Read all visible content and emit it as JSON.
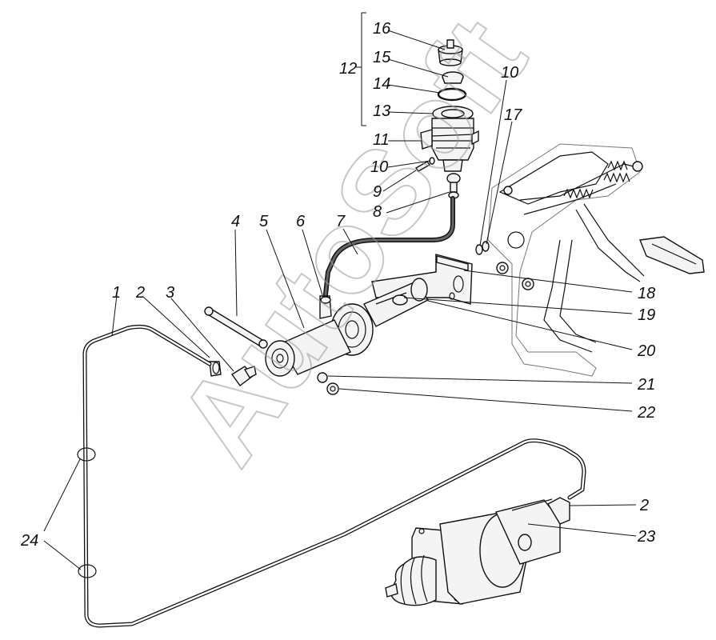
{
  "watermark": "AutoSoft",
  "labels": {
    "l1": "1",
    "l2a": "2",
    "l3": "3",
    "l4": "4",
    "l5": "5",
    "l6": "6",
    "l7": "7",
    "l8": "8",
    "l9": "9",
    "l10a": "10",
    "l10b": "10",
    "l11": "11",
    "l12": "12",
    "l13": "13",
    "l14": "14",
    "l15": "15",
    "l16": "16",
    "l17": "17",
    "l18": "18",
    "l19": "19",
    "l20": "20",
    "l21": "21",
    "l22": "22",
    "l2b": "2",
    "l23": "23",
    "l24": "24"
  }
}
